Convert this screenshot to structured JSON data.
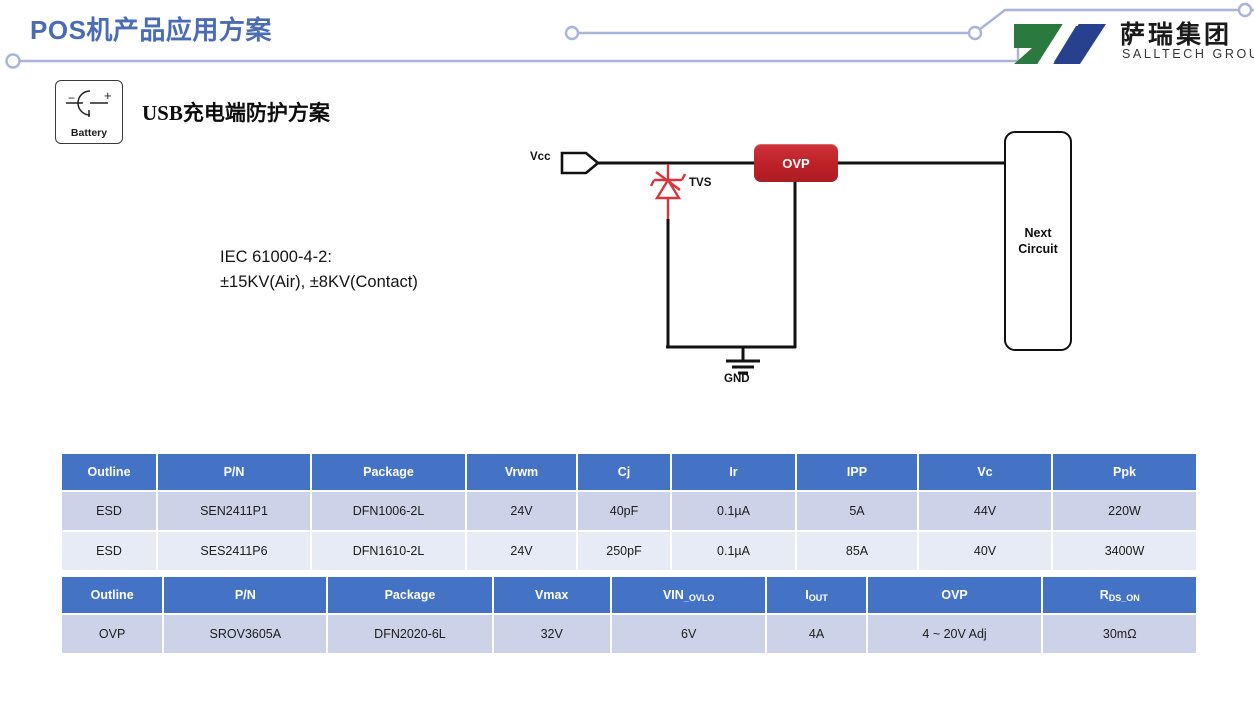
{
  "header": {
    "title": "POS机产品应用方案",
    "title_color": "#4a6cb3"
  },
  "logo": {
    "cn_name": "萨瑞集团",
    "en_name": "SALLTECH GROUP",
    "green": "#2a7a40",
    "blue": "#27418f"
  },
  "battery_badge": {
    "caption": "Battery",
    "minus": "−",
    "plus": "+"
  },
  "section": {
    "heading": "USB充电端防护方案"
  },
  "spec_note": {
    "line1": "IEC 61000-4-2:",
    "line2": "±15KV(Air), ±8KV(Contact)"
  },
  "circuit": {
    "vcc_label": "Vcc",
    "tvs_label": "TVS",
    "ovp_label": "OVP",
    "gnd_label": "GND",
    "next_circuit_label": "Next\nCircuit",
    "ovp_color": "#bb2026",
    "tvs_color": "#d8363c",
    "wire_color": "#121212"
  },
  "tables": {
    "esd": {
      "headers": [
        "Outline",
        "P/N",
        "Package",
        "Vrwm",
        "Cj",
        "Ir",
        "IPP",
        "Vc",
        "Ppk"
      ],
      "rows": [
        [
          "ESD",
          "SEN2411P1",
          "DFN1006-2L",
          "24V",
          "40pF",
          "0.1µA",
          "5A",
          "44V",
          "220W"
        ],
        [
          "ESD",
          "SES2411P6",
          "DFN1610-2L",
          "24V",
          "250pF",
          "0.1µA",
          "85A",
          "40V",
          "3400W"
        ]
      ]
    },
    "ovp": {
      "headers": [
        "Outline",
        "P/N",
        "Package",
        "Vmax",
        "VIN_OVLO",
        "IOUT",
        "OVP",
        "RDS_ON"
      ],
      "header_parts": [
        {
          "base": "Outline",
          "sub": ""
        },
        {
          "base": "P/N",
          "sub": ""
        },
        {
          "base": "Package",
          "sub": ""
        },
        {
          "base": "Vmax",
          "sub": ""
        },
        {
          "base": "VIN",
          "sub": "_OVLO"
        },
        {
          "base": "I",
          "sub": "OUT"
        },
        {
          "base": "OVP",
          "sub": ""
        },
        {
          "base": "R",
          "sub": "DS_ON"
        }
      ],
      "rows": [
        [
          "OVP",
          "SROV3605A",
          "DFN2020-6L",
          "32V",
          "6V",
          "4A",
          "4 ~ 20V Adj",
          "30mΩ"
        ]
      ]
    },
    "header_bg": "#4472c4",
    "row_a_bg": "#ccd3e8",
    "row_b_bg": "#e7ebf5"
  }
}
